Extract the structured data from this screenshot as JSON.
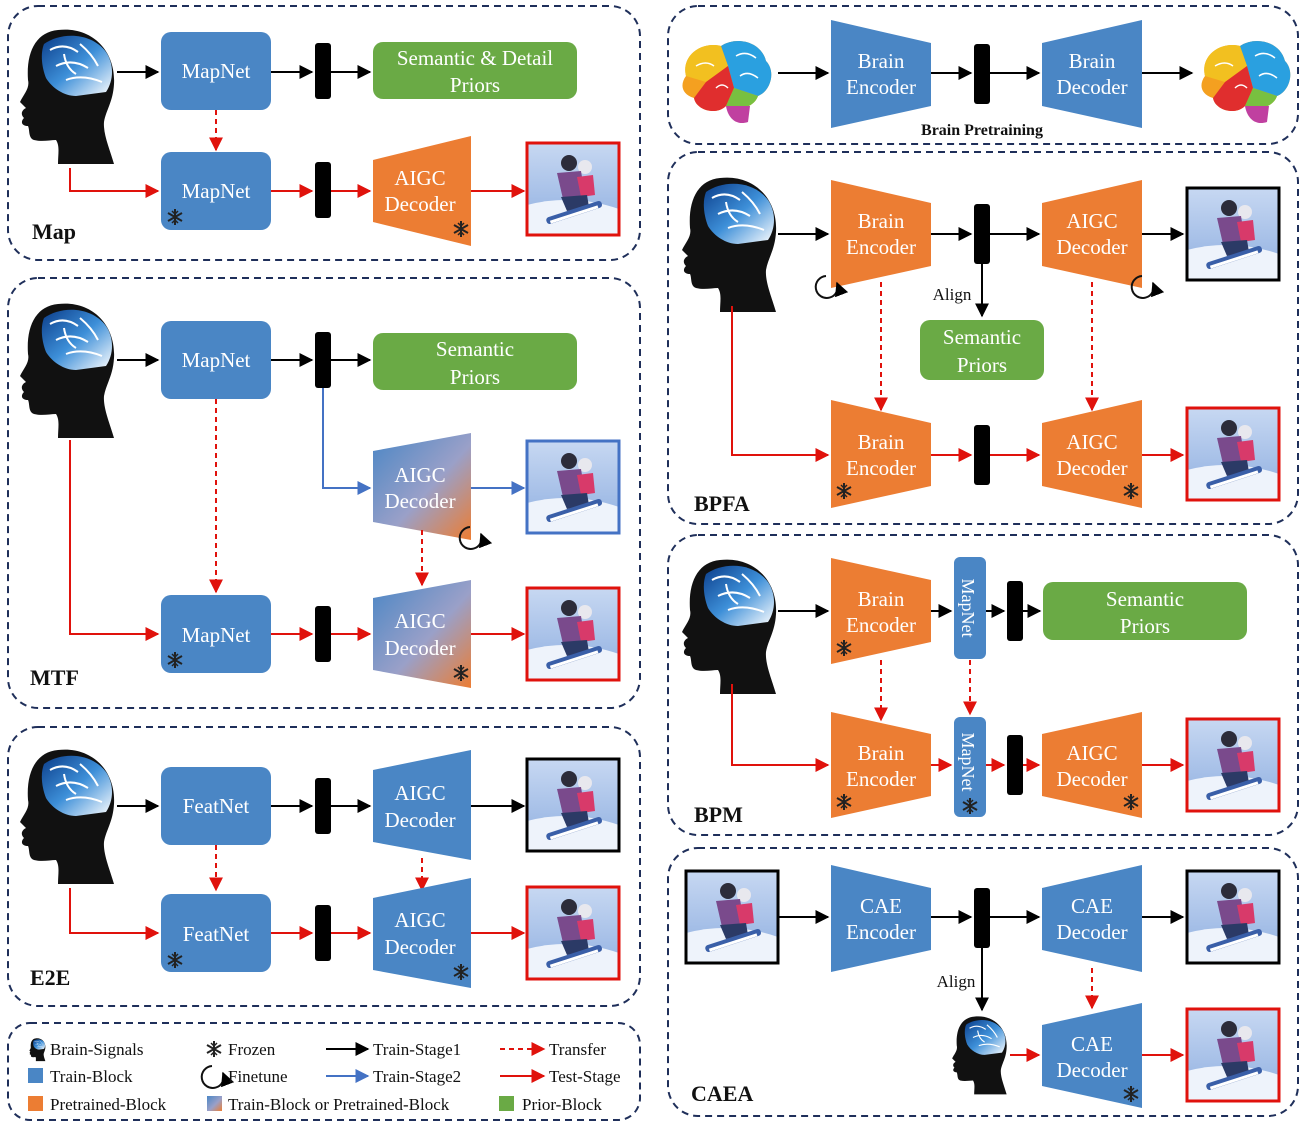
{
  "colors": {
    "train_block": "#4a86c5",
    "pretrained_block": "#ec7d33",
    "prior_block": "#6aaa45",
    "panel_border": "#1f2f5a",
    "stage1_arrow": "#000000",
    "stage2_arrow": "#4472c4",
    "test_arrow": "#e0120c",
    "transfer_arrow": "#e0120c"
  },
  "panels": {
    "map": {
      "label": "Map",
      "mapnet_top": "MapNet",
      "mapnet_bottom": "MapNet",
      "prior": [
        "Semantic & Detail",
        "Priors"
      ],
      "decoder": [
        "AIGC",
        "Decoder"
      ]
    },
    "mtf": {
      "label": "MTF",
      "mapnet_top": "MapNet",
      "mapnet_bottom": "MapNet",
      "prior": [
        "Semantic",
        "Priors"
      ],
      "decoder_mid": [
        "AIGC",
        "Decoder"
      ],
      "decoder_bottom": [
        "AIGC",
        "Decoder"
      ]
    },
    "e2e": {
      "label": "E2E",
      "featnet_top": "FeatNet",
      "featnet_bottom": "FeatNet",
      "decoder_top": [
        "AIGC",
        "Decoder"
      ],
      "decoder_bottom": [
        "AIGC",
        "Decoder"
      ]
    },
    "pretrain": {
      "caption": "Brain Pretraining",
      "encoder": [
        "Brain",
        "Encoder"
      ],
      "decoder": [
        "Brain",
        "Decoder"
      ]
    },
    "bpfa": {
      "label": "BPFA",
      "encoder_top": [
        "Brain",
        "Encoder"
      ],
      "decoder_top": [
        "AIGC",
        "Decoder"
      ],
      "align": "Align",
      "prior": [
        "Semantic",
        "Priors"
      ],
      "encoder_bottom": [
        "Brain",
        "Encoder"
      ],
      "decoder_bottom": [
        "AIGC",
        "Decoder"
      ]
    },
    "bpm": {
      "label": "BPM",
      "encoder_top": [
        "Brain",
        "Encoder"
      ],
      "mapnet_top": "MapNet",
      "prior": [
        "Semantic",
        "Priors"
      ],
      "encoder_bottom": [
        "Brain",
        "Encoder"
      ],
      "mapnet_bottom": "MapNet",
      "decoder_bottom": [
        "AIGC",
        "Decoder"
      ]
    },
    "caea": {
      "label": "CAEA",
      "encoder": [
        "CAE",
        "Encoder"
      ],
      "decoder_top": [
        "CAE",
        "Decoder"
      ],
      "align": "Align",
      "decoder_bottom": [
        "CAE",
        "Decoder"
      ]
    }
  },
  "legend": {
    "brain_signals": "Brain-Signals",
    "train_block": "Train-Block",
    "pretrained_block": "Pretrained-Block",
    "frozen": "Frozen",
    "finetune": "Finetune",
    "mixed_block": "Train-Block or Pretrained-Block",
    "train_stage1": "Train-Stage1",
    "train_stage2": "Train-Stage2",
    "prior_block": "Prior-Block",
    "transfer": "Transfer",
    "test_stage": "Test-Stage"
  }
}
